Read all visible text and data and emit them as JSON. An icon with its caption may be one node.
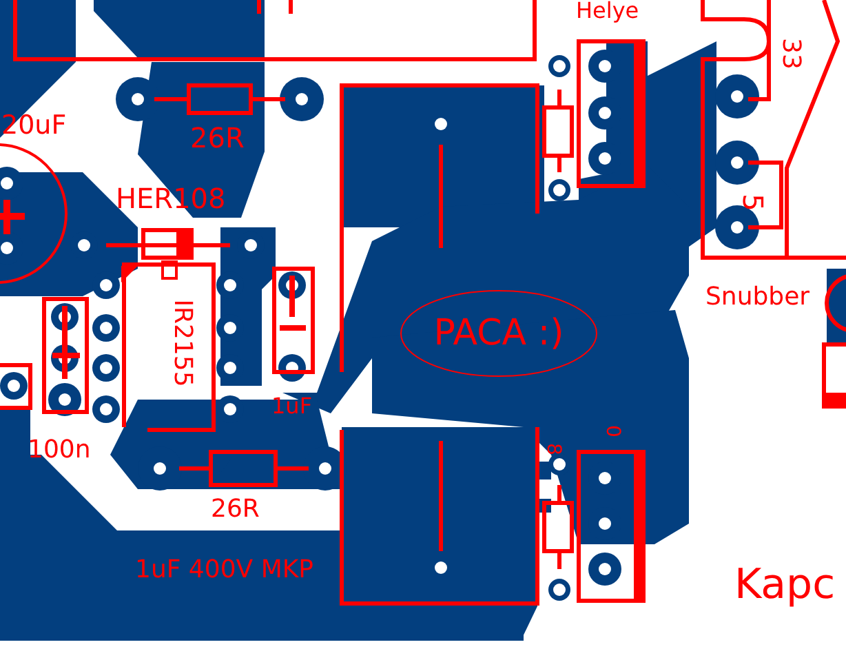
{
  "diagram": {
    "nodes": [
      {
        "text": [
          "PACA :)"
        ]
      }
    ],
    "labels": [
      "Helye",
      "33",
      "20uF",
      "26R",
      "HER108",
      "5",
      "Snubber",
      "IR2155",
      "1uF",
      "100n",
      "8",
      "0",
      "26R",
      "1uF 400V MKP",
      "Kapc"
    ]
  }
}
